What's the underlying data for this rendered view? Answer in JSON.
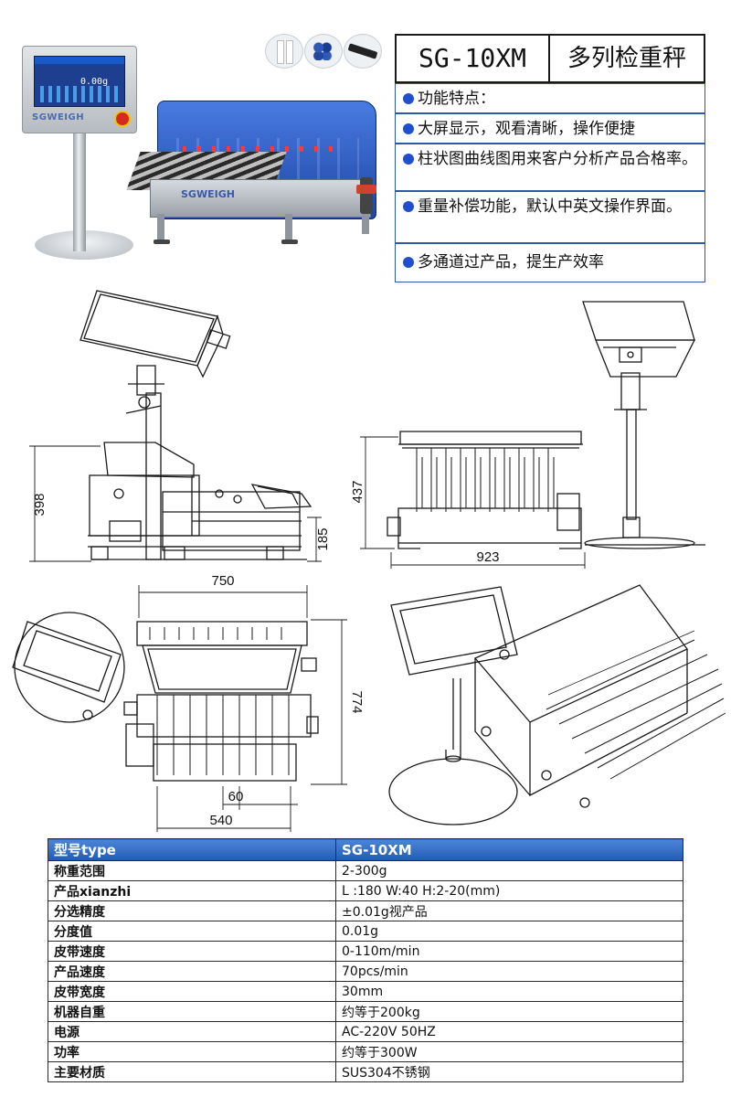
{
  "header": {
    "model": "SG-10XM",
    "name": "多列检重秤"
  },
  "photo": {
    "hmi_display_value": "0.00g",
    "brand_logo": "SGWEIGH",
    "thumbnails": [
      "cylinder-pieces-icon",
      "blue-parts-icon",
      "wire-strip-icon"
    ]
  },
  "features": [
    "功能特点：",
    "大屏显示，观看清晰，操作便捷",
    "柱状图曲线图用来客户分析产品合格率。",
    "重量补偿功能，默认中英文操作界面。",
    "多通道过产品，提生产效率"
  ],
  "dimensions": {
    "side_height": "398",
    "side_belt_height": "185",
    "front_height": "437",
    "front_width": "923",
    "top_width": "750",
    "top_depth": "774",
    "lane_pitch": "60",
    "belt_span": "540"
  },
  "spec_table": {
    "header": [
      "型号type",
      "SG-10XM"
    ],
    "rows": [
      [
        "称重范围",
        "2-300g"
      ],
      [
        "产品xianzhi",
        "L :180 W:40 H:2-20(mm)"
      ],
      [
        "分选精度",
        "±0.01g视产品"
      ],
      [
        "分度值",
        "0.01g"
      ],
      [
        "皮带速度",
        "0-110m/min"
      ],
      [
        "产品速度",
        "70pcs/min"
      ],
      [
        "皮带宽度",
        "30mm"
      ],
      [
        "机器自重",
        "约等于200kg"
      ],
      [
        "电源",
        "AC-220V 50HZ"
      ],
      [
        "功率",
        "约等于300W"
      ],
      [
        "主要材质",
        "SUS304不锈钢"
      ]
    ]
  },
  "colors": {
    "accent_blue": "#235bb4",
    "bullet_blue": "#1f4fd0",
    "feature_border": "#2a5aa8"
  }
}
